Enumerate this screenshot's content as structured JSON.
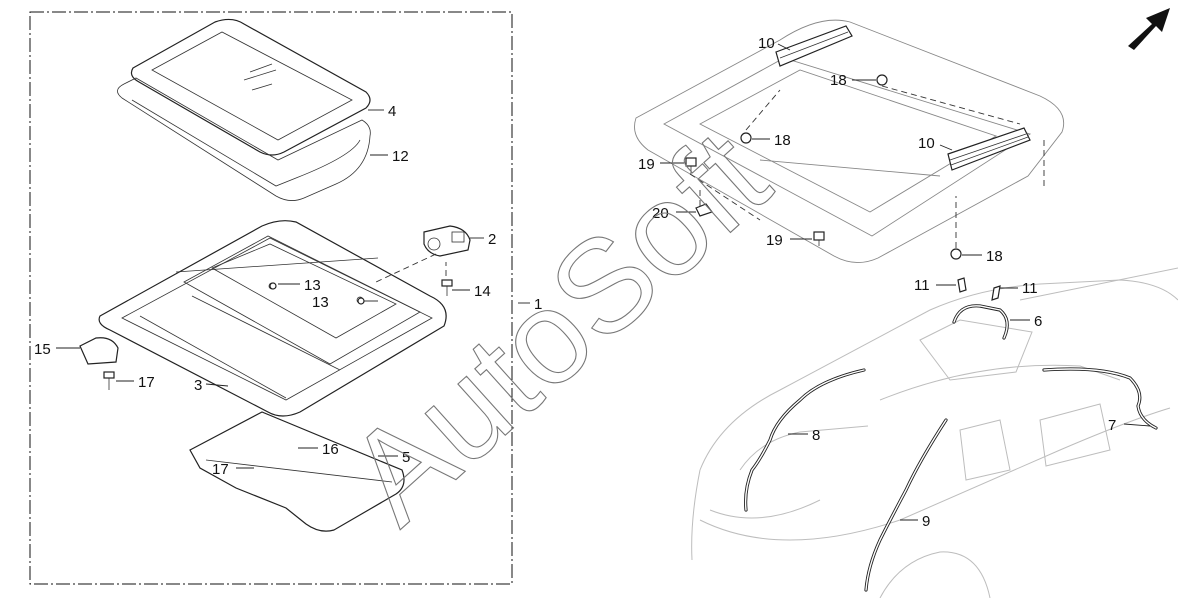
{
  "watermark": "AutoSoft",
  "callouts": {
    "c1": "1",
    "c2": "2",
    "c3": "3",
    "c4": "4",
    "c5": "5",
    "c6": "6",
    "c7": "7",
    "c8": "8",
    "c9": "9",
    "c10a": "10",
    "c10b": "10",
    "c11a": "11",
    "c11b": "11",
    "c12": "12",
    "c13a": "13",
    "c13b": "13",
    "c14": "14",
    "c15": "15",
    "c16": "16",
    "c17a": "17",
    "c17b": "17",
    "c18a": "18",
    "c18b": "18",
    "c18c": "18",
    "c19a": "19",
    "c19b": "19",
    "c20": "20"
  },
  "icons": {
    "direction": "front-direction-arrow-icon"
  }
}
